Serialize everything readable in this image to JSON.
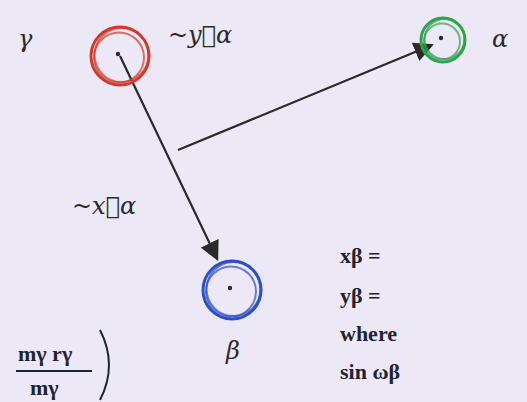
{
  "diagram": {
    "nodes": [
      {
        "text": [
          "γ"
        ]
      },
      {
        "text": [
          "α"
        ]
      },
      {
        "text": [
          "β"
        ]
      }
    ],
    "edges": [
      {
        "from": 0,
        "to": 2,
        "arrow": "to",
        "label": "~x⃗α"
      }
    ],
    "labels": [
      "~y⃗α",
      "xβ =",
      "yβ =",
      "where",
      "sin ωβ",
      "mγ rγ",
      "mγ"
    ]
  }
}
